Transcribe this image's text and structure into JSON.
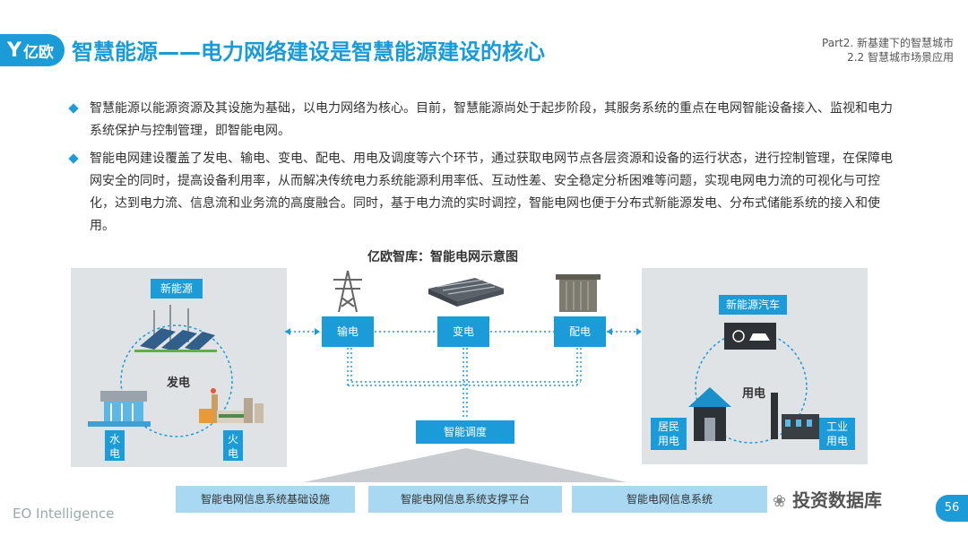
{
  "header": {
    "logo_text": "亿欧",
    "title": "智慧能源——电力网络建设是智慧能源建设的核心",
    "part_line1": "Part2. 新基建下的智慧城市",
    "part_line2": "2.2 智慧城市场景应用"
  },
  "bullets": [
    "智慧能源以能源资源及其设施为基础，以电力网络为核心。目前，智慧能源尚处于起步阶段，其服务系统的重点在电网智能设备接入、监视和电力系统保护与控制管理，即智能电网。",
    "智能电网建设覆盖了发电、输电、变电、配电、用电及调度等六个环节，通过获取电网节点各层资源和设备的运行状态，进行控制管理，在保障电网安全的同时，提高设备利用率，从而解决传统电力系统能源利用率低、互动性差、安全稳定分析困难等问题，实现电网电力流的可视化与可控化，达到电力流、信息流和业务流的高度融合。同时，基于电力流的实时调控，智能电网也便于分布式新能源发电、分布式储能系统的接入和使用。"
  ],
  "diagram": {
    "title": "亿欧智库：智能电网示意图",
    "left": {
      "new_energy": "新能源",
      "generation": "发电",
      "hydro": "水\n电",
      "thermal": "火\n电"
    },
    "center": {
      "transmission": "输电",
      "substation": "变电",
      "distribution": "配电",
      "dispatch": "智能调度"
    },
    "right": {
      "ev": "新能源汽车",
      "consumption": "用电",
      "residential": "居民\n用电",
      "industrial": "工业\n用电"
    },
    "base_layers": [
      "智能电网信息系统基础设施",
      "智能电网信息系统支撑平台",
      "智能电网信息系统"
    ]
  },
  "footer": {
    "brand": "EO Intelligence",
    "watermark": "投资数据库",
    "page_number": "56"
  },
  "colors": {
    "accent": "#1b9cd8",
    "light_box": "#a9d9f2",
    "panel": "#dfe3e6"
  }
}
